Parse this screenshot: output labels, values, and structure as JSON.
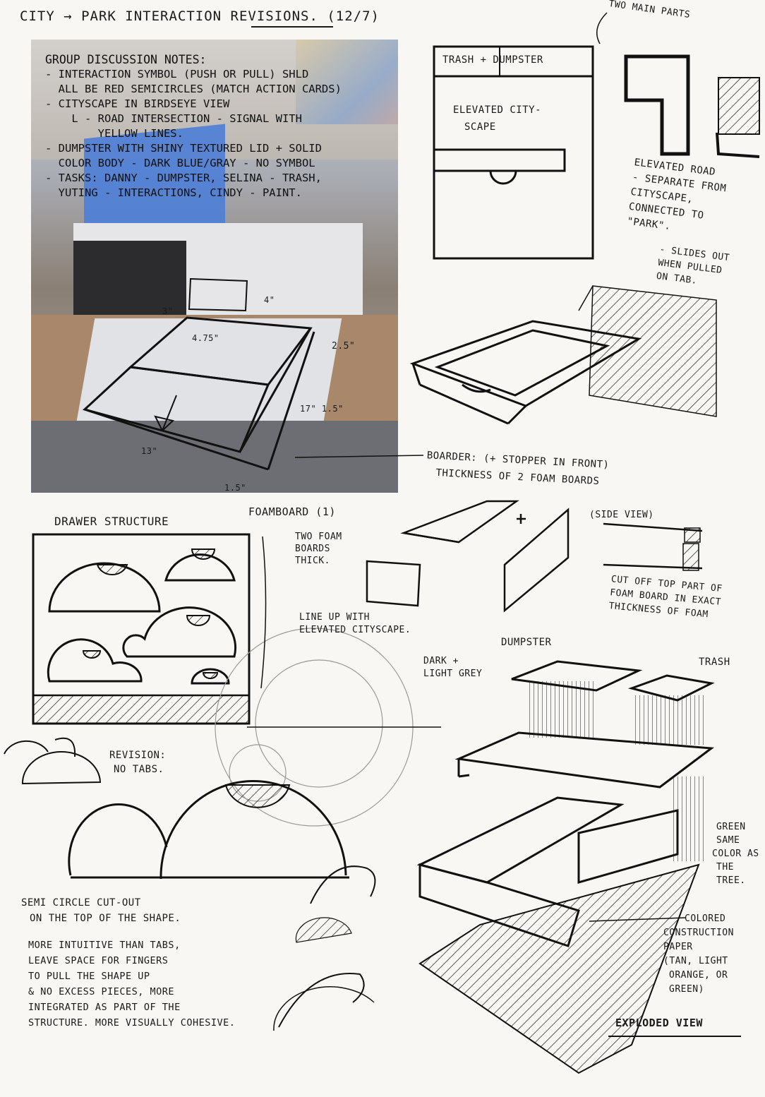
{
  "header": {
    "title": "CITY → PARK INTERACTION REVISIONS. (12/7)"
  },
  "notes": {
    "heading": "GROUP DISCUSSION NOTES:",
    "lines": [
      "- INTERACTION SYMBOL (PUSH OR PULL) SHLD",
      "  ALL BE RED SEMICIRCLES (MATCH ACTION CARDS)",
      "- CITYSCAPE IN BIRDSEYE VIEW",
      "    L - ROAD INTERSECTION - SIGNAL WITH",
      "        YELLOW LINES.",
      "- DUMPSTER WITH SHINY TEXTURED LID + SOLID",
      "  COLOR BODY - DARK BLUE/GRAY - NO SYMBOL",
      "- TASKS: DANNY - DUMPSTER, SELINA - TRASH,",
      "  YUTING - INTERACTIONS, CINDY - PAINT."
    ]
  },
  "dimensions": {
    "d4": "4\"",
    "d3": "3\"",
    "d475": "4.75\"",
    "d25": "2.5\"",
    "d17": "17\" 1.5\"",
    "d13": "13\"",
    "d15": "1.5\""
  },
  "labels": {
    "two_main_parts": "TWO MAIN PARTS",
    "trash_dumpster": "TRASH + DUMPSTER",
    "elevated_city_1": "ELEVATED CITY-",
    "elevated_city_2": "SCAPE",
    "elevated_road": [
      "ELEVATED ROAD",
      "- SEPARATE FROM",
      "CITYSCAPE,",
      "CONNECTED TO",
      "\"PARK\"."
    ],
    "slides_out": [
      "- SLIDES OUT",
      "WHEN PULLED",
      "ON TAB."
    ],
    "boarder": [
      "BOARDER: (+ STOPPER IN FRONT)",
      "THICKNESS OF 2 FOAM BOARDS"
    ],
    "drawer_structure": "DRAWER STRUCTURE",
    "foamboard": "FOAMBOARD (1)",
    "two_foam": [
      "TWO FOAM",
      "BOARDS",
      "THICK."
    ],
    "line_up": [
      "LINE UP WITH",
      "ELEVATED CITYSCAPE."
    ],
    "side_view": "(SIDE VIEW)",
    "cut_off": [
      "CUT OFF TOP PART OF",
      "FOAM BOARD IN EXACT",
      "THICKNESS OF FOAM"
    ],
    "dumpster": "DUMPSTER",
    "trash": "TRASH",
    "dark_light_grey": [
      "DARK +",
      "LIGHT GREY"
    ],
    "revision": [
      "REVISION:",
      "NO TABS."
    ],
    "green": [
      "GREEN",
      "SAME",
      "COLOR AS",
      "THE",
      "TREE."
    ],
    "colored_paper": [
      "COLORED",
      "CONSTRUCTION",
      "PAPER",
      "(TAN, LIGHT",
      "ORANGE, OR",
      "GREEN)"
    ],
    "exploded_view": "EXPLODED VIEW",
    "semicircle": [
      "SEMI CIRCLE CUT-OUT",
      "ON THE TOP OF THE SHAPE."
    ],
    "intuitive": [
      "MORE INTUITIVE THAN TABS,",
      "LEAVE SPACE FOR FINGERS",
      "TO PULL THE SHAPE UP",
      "& NO EXCESS PIECES, MORE",
      "INTEGRATED AS PART OF THE",
      "STRUCTURE. MORE VISUALLY COHESIVE."
    ]
  }
}
